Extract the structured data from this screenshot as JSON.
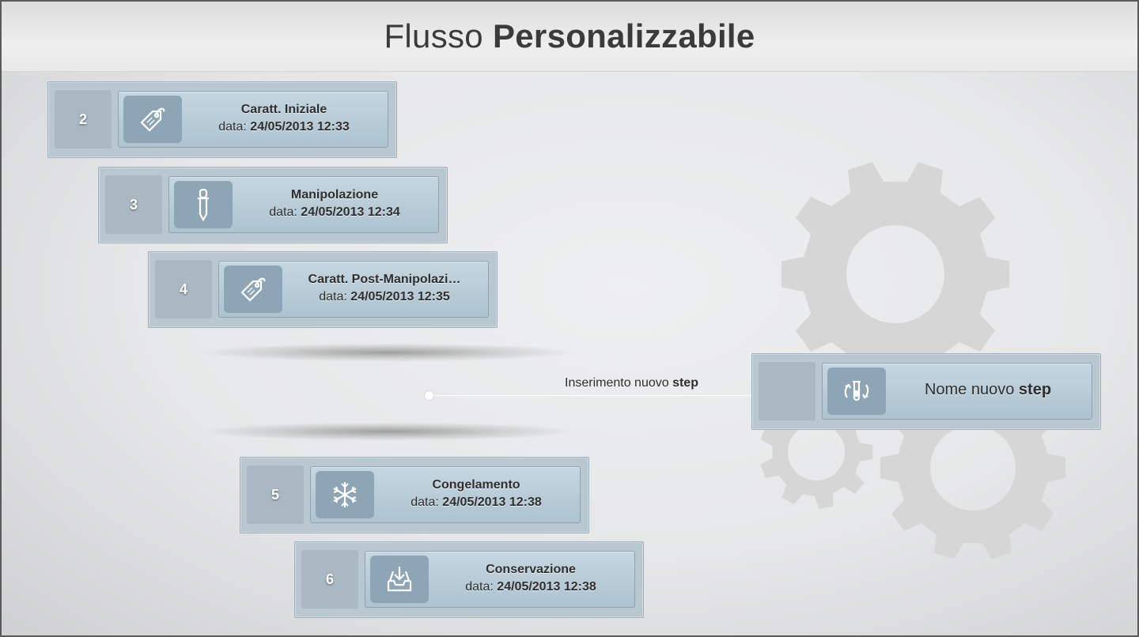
{
  "header": {
    "title_light": "Flusso",
    "title_bold": "Personalizzabile"
  },
  "date_prefix": "data:",
  "steps": [
    {
      "number": "2",
      "name": "Caratt. Iniziale",
      "date": "24/05/2013 12:33",
      "icon": "tag-icon"
    },
    {
      "number": "3",
      "name": "Manipolazione",
      "date": "24/05/2013 12:34",
      "icon": "pipette-icon"
    },
    {
      "number": "4",
      "name": "Caratt. Post-Manipolazi…",
      "date": "24/05/2013 12:35",
      "icon": "tag-icon"
    },
    {
      "number": "5",
      "name": "Congelamento",
      "date": "24/05/2013 12:38",
      "icon": "snowflake-icon"
    },
    {
      "number": "6",
      "name": "Conservazione",
      "date": "24/05/2013 12:38",
      "icon": "inbox-download-icon"
    }
  ],
  "insert": {
    "label_plain": "Inserimento nuovo ",
    "label_bold": "step"
  },
  "new_step": {
    "number": "",
    "name_plain": "Nome nuovo ",
    "name_bold": "step",
    "icon": "refresh-tube-icon"
  },
  "colors": {
    "card": "#b8c7d0",
    "card_inner": "#adc3d0",
    "icon_box": "#8da5b4",
    "gear": "#d3d3d3"
  }
}
